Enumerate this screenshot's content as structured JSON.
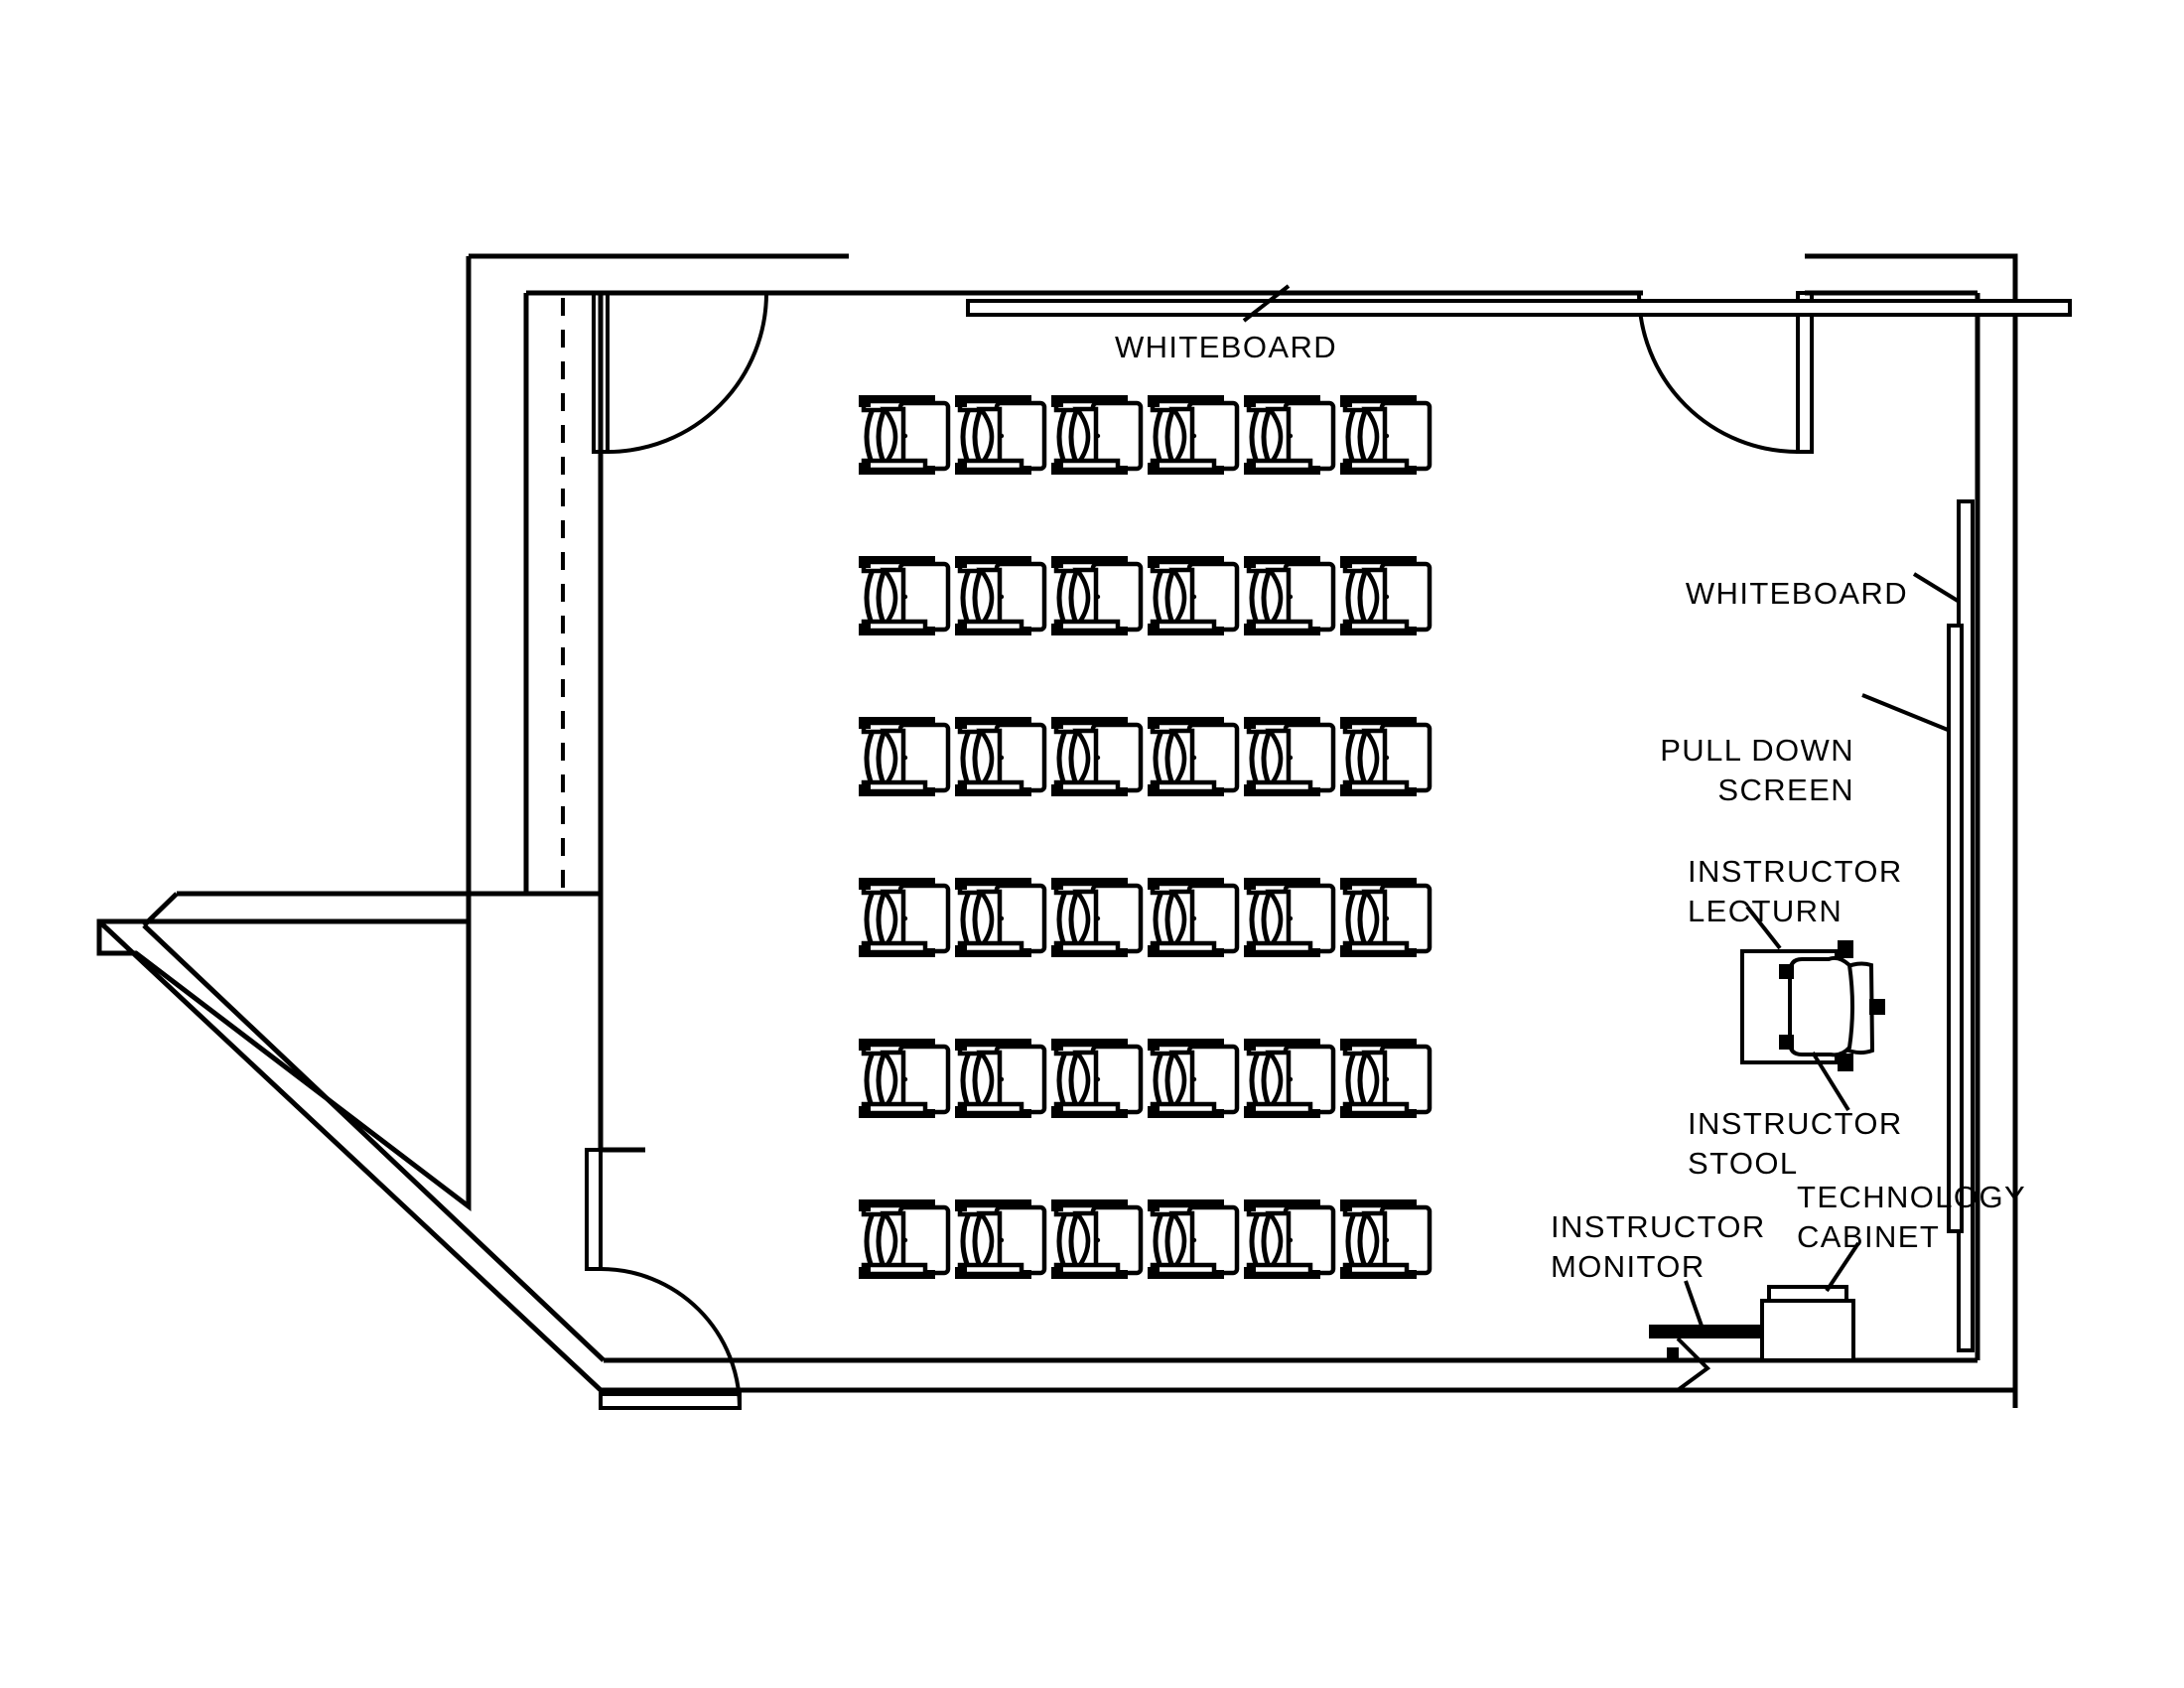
{
  "drawing": {
    "type": "architectural-floor-plan",
    "title": "Classroom Seating Floor Plan",
    "line_color": "#000000",
    "background_color": "#ffffff"
  },
  "labels": {
    "whiteboard_top": "WHITEBOARD",
    "whiteboard_right": "WHITEBOARD",
    "pull_down_screen_line1": "PULL  DOWN",
    "pull_down_screen_line2": "SCREEN",
    "instructor_lectern_line1": "INSTRUCTOR",
    "instructor_lectern_line2": "LECTURN",
    "instructor_stool_line1": "INSTRUCTOR",
    "instructor_stool_line2": "STOOL",
    "instructor_monitor_line1": "INSTRUCTOR",
    "instructor_monitor_line2": "MONITOR",
    "technology_cabinet_line1": "TECHNOLOGY",
    "technology_cabinet_line2": "CABINET"
  },
  "seating": {
    "rows": 6,
    "columns": 6,
    "total_seats": 36,
    "unit_type": "student-desk-with-chair",
    "col_x": [
      865,
      962,
      1059,
      1156,
      1253,
      1350
    ],
    "row_y": [
      398,
      560,
      722,
      884,
      1046,
      1208
    ],
    "unit_width": 97,
    "unit_height": 84
  },
  "fixtures": [
    {
      "name": "whiteboard-top",
      "kind": "board",
      "orientation": "horizontal"
    },
    {
      "name": "whiteboard-right",
      "kind": "board",
      "orientation": "vertical"
    },
    {
      "name": "pull-down-screen",
      "kind": "screen",
      "orientation": "vertical"
    },
    {
      "name": "instructor-lectern",
      "kind": "lectern"
    },
    {
      "name": "instructor-stool",
      "kind": "stool"
    },
    {
      "name": "instructor-monitor",
      "kind": "monitor-arm"
    },
    {
      "name": "technology-cabinet",
      "kind": "cabinet"
    }
  ],
  "doors": [
    {
      "name": "door-top-left",
      "swing": "clockwise",
      "position": "top-left-wall"
    },
    {
      "name": "door-top-right",
      "swing": "counterclockwise",
      "position": "top-right-wall"
    },
    {
      "name": "door-bottom-left",
      "swing": "clockwise",
      "position": "lower-left-wall"
    }
  ]
}
